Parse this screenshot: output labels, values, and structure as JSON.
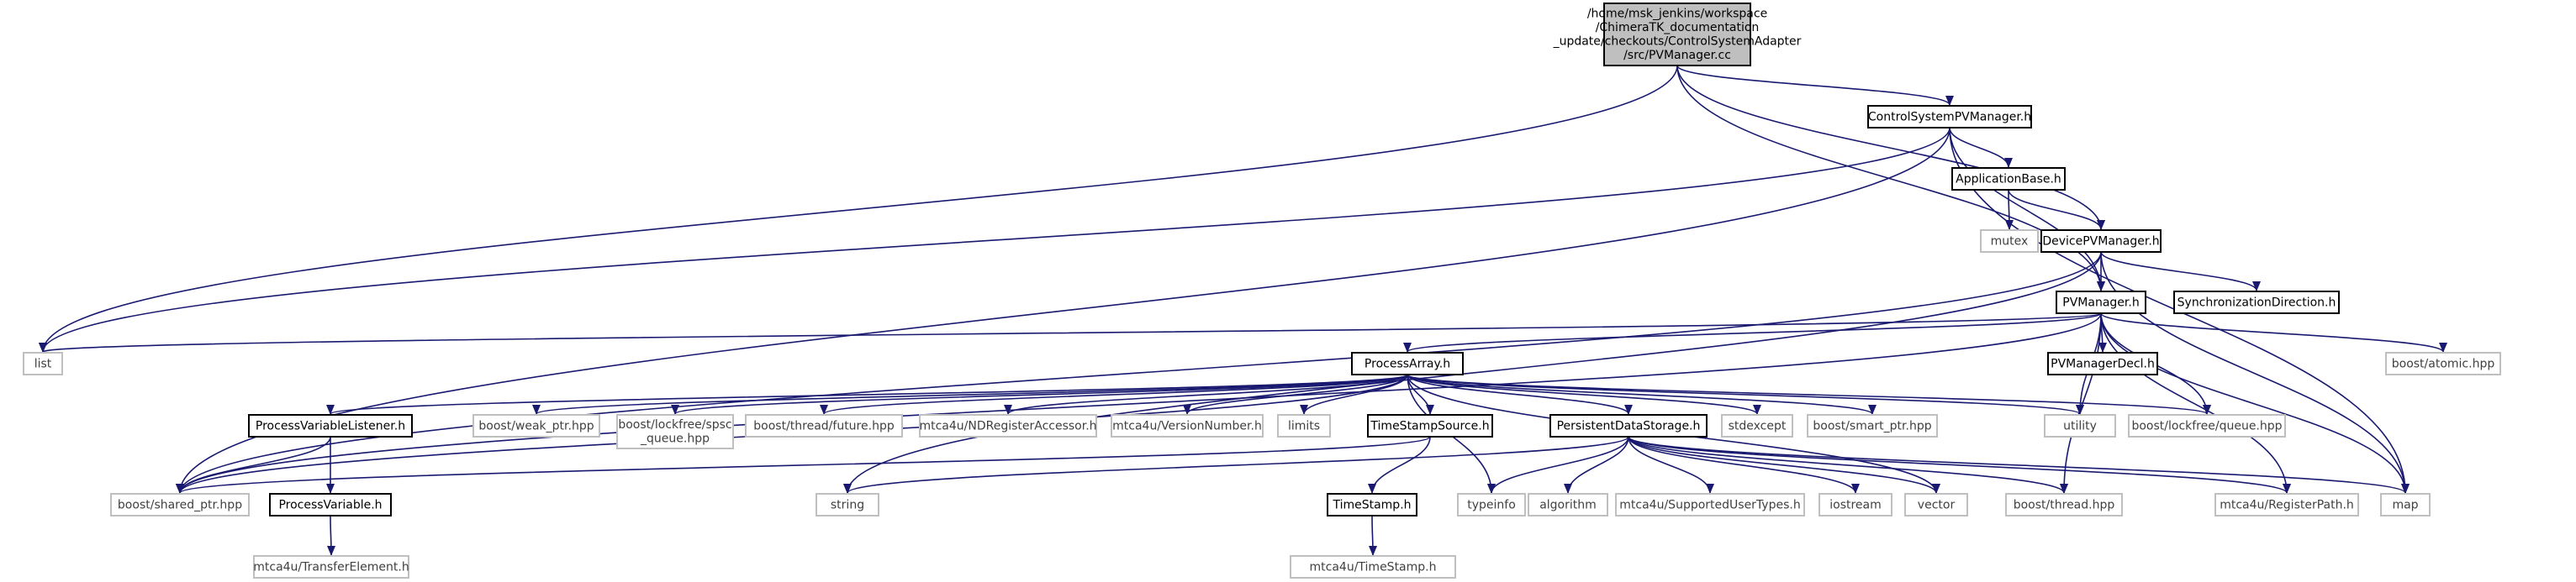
{
  "colors": {
    "edge": "#191970",
    "root_fill": "#bfbfbf",
    "internal_border": "#000000",
    "external_border": "#bfbfbf",
    "text": "#000000"
  },
  "nodes": [
    {
      "id": "root",
      "kind": "root",
      "lines": [
        "/home/msk_jenkins/workspace",
        "/ChimeraTK_documentation",
        "_update/checkouts/ControlSystemAdapter",
        "/src/PVManager.cc"
      ]
    },
    {
      "id": "cspv",
      "kind": "internal",
      "lines": [
        "ControlSystemPVManager.h"
      ]
    },
    {
      "id": "appbase",
      "kind": "internal",
      "lines": [
        "ApplicationBase.h"
      ]
    },
    {
      "id": "mutex",
      "kind": "external",
      "lines": [
        "mutex"
      ]
    },
    {
      "id": "devpv",
      "kind": "internal",
      "lines": [
        "DevicePVManager.h"
      ]
    },
    {
      "id": "syncdir",
      "kind": "internal",
      "lines": [
        "SynchronizationDirection.h"
      ]
    },
    {
      "id": "pvm",
      "kind": "internal",
      "lines": [
        "PVManager.h"
      ]
    },
    {
      "id": "pvmdecl",
      "kind": "internal",
      "lines": [
        "PVManagerDecl.h"
      ]
    },
    {
      "id": "atomic",
      "kind": "external",
      "lines": [
        "boost/atomic.hpp"
      ]
    },
    {
      "id": "list",
      "kind": "external",
      "lines": [
        "list"
      ]
    },
    {
      "id": "pa",
      "kind": "internal",
      "lines": [
        "ProcessArray.h"
      ]
    },
    {
      "id": "pvl",
      "kind": "internal",
      "lines": [
        "ProcessVariableListener.h"
      ]
    },
    {
      "id": "weak",
      "kind": "external",
      "lines": [
        "boost/weak_ptr.hpp"
      ]
    },
    {
      "id": "lfspsc",
      "kind": "external",
      "lines": [
        "boost/lockfree/spsc",
        "_queue.hpp"
      ]
    },
    {
      "id": "future",
      "kind": "external",
      "lines": [
        "boost/thread/future.hpp"
      ]
    },
    {
      "id": "ndreg",
      "kind": "external",
      "lines": [
        "mtca4u/NDRegisterAccessor.h"
      ]
    },
    {
      "id": "vnum",
      "kind": "external",
      "lines": [
        "mtca4u/VersionNumber.h"
      ]
    },
    {
      "id": "limits",
      "kind": "external",
      "lines": [
        "limits"
      ]
    },
    {
      "id": "tss",
      "kind": "internal",
      "lines": [
        "TimeStampSource.h"
      ]
    },
    {
      "id": "pds",
      "kind": "internal",
      "lines": [
        "PersistentDataStorage.h"
      ]
    },
    {
      "id": "stdexcept",
      "kind": "external",
      "lines": [
        "stdexcept"
      ]
    },
    {
      "id": "smart",
      "kind": "external",
      "lines": [
        "boost/smart_ptr.hpp"
      ]
    },
    {
      "id": "utility",
      "kind": "external",
      "lines": [
        "utility"
      ]
    },
    {
      "id": "lfqueue",
      "kind": "external",
      "lines": [
        "boost/lockfree/queue.hpp"
      ]
    },
    {
      "id": "shared",
      "kind": "external",
      "lines": [
        "boost/shared_ptr.hpp"
      ]
    },
    {
      "id": "pv",
      "kind": "internal",
      "lines": [
        "ProcessVariable.h"
      ]
    },
    {
      "id": "string",
      "kind": "external",
      "lines": [
        "string"
      ]
    },
    {
      "id": "ts",
      "kind": "internal",
      "lines": [
        "TimeStamp.h"
      ]
    },
    {
      "id": "typeinfo",
      "kind": "external",
      "lines": [
        "typeinfo"
      ]
    },
    {
      "id": "algorithm",
      "kind": "external",
      "lines": [
        "algorithm"
      ]
    },
    {
      "id": "sut",
      "kind": "external",
      "lines": [
        "mtca4u/SupportedUserTypes.h"
      ]
    },
    {
      "id": "iostream",
      "kind": "external",
      "lines": [
        "iostream"
      ]
    },
    {
      "id": "vector",
      "kind": "external",
      "lines": [
        "vector"
      ]
    },
    {
      "id": "bthread",
      "kind": "external",
      "lines": [
        "boost/thread.hpp"
      ]
    },
    {
      "id": "regpath",
      "kind": "external",
      "lines": [
        "mtca4u/RegisterPath.h"
      ]
    },
    {
      "id": "map",
      "kind": "external",
      "lines": [
        "map"
      ]
    },
    {
      "id": "te",
      "kind": "external",
      "lines": [
        "mtca4u/TransferElement.h"
      ]
    },
    {
      "id": "tstamp",
      "kind": "external",
      "lines": [
        "mtca4u/TimeStamp.h"
      ]
    }
  ],
  "edges": [
    [
      "root",
      "cspv"
    ],
    [
      "root",
      "devpv"
    ],
    [
      "root",
      "pvm"
    ],
    [
      "root",
      "list"
    ],
    [
      "cspv",
      "appbase"
    ],
    [
      "cspv",
      "pvm"
    ],
    [
      "cspv",
      "list"
    ],
    [
      "cspv",
      "shared"
    ],
    [
      "cspv",
      "map"
    ],
    [
      "appbase",
      "mutex"
    ],
    [
      "appbase",
      "devpv"
    ],
    [
      "devpv",
      "pvm"
    ],
    [
      "devpv",
      "syncdir"
    ],
    [
      "devpv",
      "shared"
    ],
    [
      "devpv",
      "string"
    ],
    [
      "devpv",
      "map"
    ],
    [
      "pvm",
      "list"
    ],
    [
      "pvm",
      "pa"
    ],
    [
      "pvm",
      "pvmdecl"
    ],
    [
      "pvm",
      "atomic"
    ],
    [
      "pvm",
      "shared"
    ],
    [
      "pvm",
      "utility"
    ],
    [
      "pvm",
      "lfqueue"
    ],
    [
      "pvm",
      "bthread"
    ],
    [
      "pvm",
      "regpath"
    ],
    [
      "pvm",
      "map"
    ],
    [
      "pa",
      "pvl"
    ],
    [
      "pa",
      "weak"
    ],
    [
      "pa",
      "lfspsc"
    ],
    [
      "pa",
      "future"
    ],
    [
      "pa",
      "ndreg"
    ],
    [
      "pa",
      "vnum"
    ],
    [
      "pa",
      "limits"
    ],
    [
      "pa",
      "tss"
    ],
    [
      "pa",
      "pds"
    ],
    [
      "pa",
      "stdexcept"
    ],
    [
      "pa",
      "smart"
    ],
    [
      "pa",
      "utility"
    ],
    [
      "pa",
      "lfqueue"
    ],
    [
      "pa",
      "shared"
    ],
    [
      "pa",
      "typeinfo"
    ],
    [
      "pa",
      "vector"
    ],
    [
      "pvl",
      "shared"
    ],
    [
      "pvl",
      "pv"
    ],
    [
      "pv",
      "te"
    ],
    [
      "tss",
      "shared"
    ],
    [
      "tss",
      "ts"
    ],
    [
      "ts",
      "tstamp"
    ],
    [
      "pds",
      "string"
    ],
    [
      "pds",
      "typeinfo"
    ],
    [
      "pds",
      "algorithm"
    ],
    [
      "pds",
      "sut"
    ],
    [
      "pds",
      "iostream"
    ],
    [
      "pds",
      "vector"
    ],
    [
      "pds",
      "bthread"
    ],
    [
      "pds",
      "regpath"
    ],
    [
      "pds",
      "map"
    ]
  ]
}
